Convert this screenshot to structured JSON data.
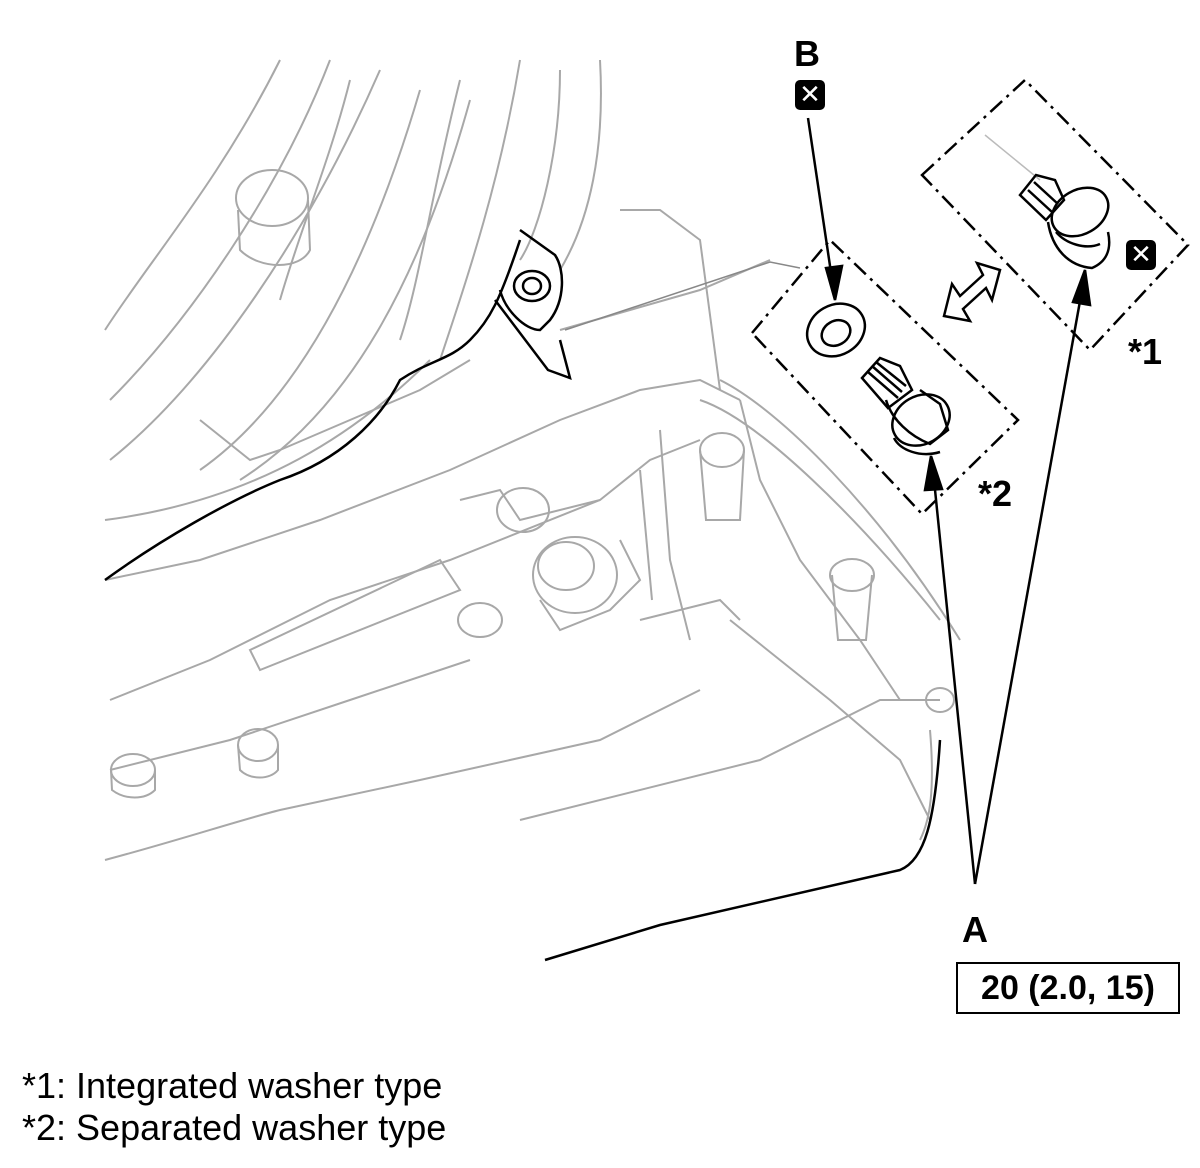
{
  "labels": {
    "b": "B",
    "a": "A",
    "star1": "*1",
    "star2": "*2"
  },
  "torque": "20 (2.0, 15)",
  "legend": [
    "*1: Integrated washer type",
    "*2: Separated washer type"
  ],
  "icons": {
    "replace": "x-in-square-icon",
    "swap": "double-arrow-icon"
  },
  "colors": {
    "line": "#000000",
    "drawing": "#9a9a9a",
    "background": "#ffffff"
  }
}
